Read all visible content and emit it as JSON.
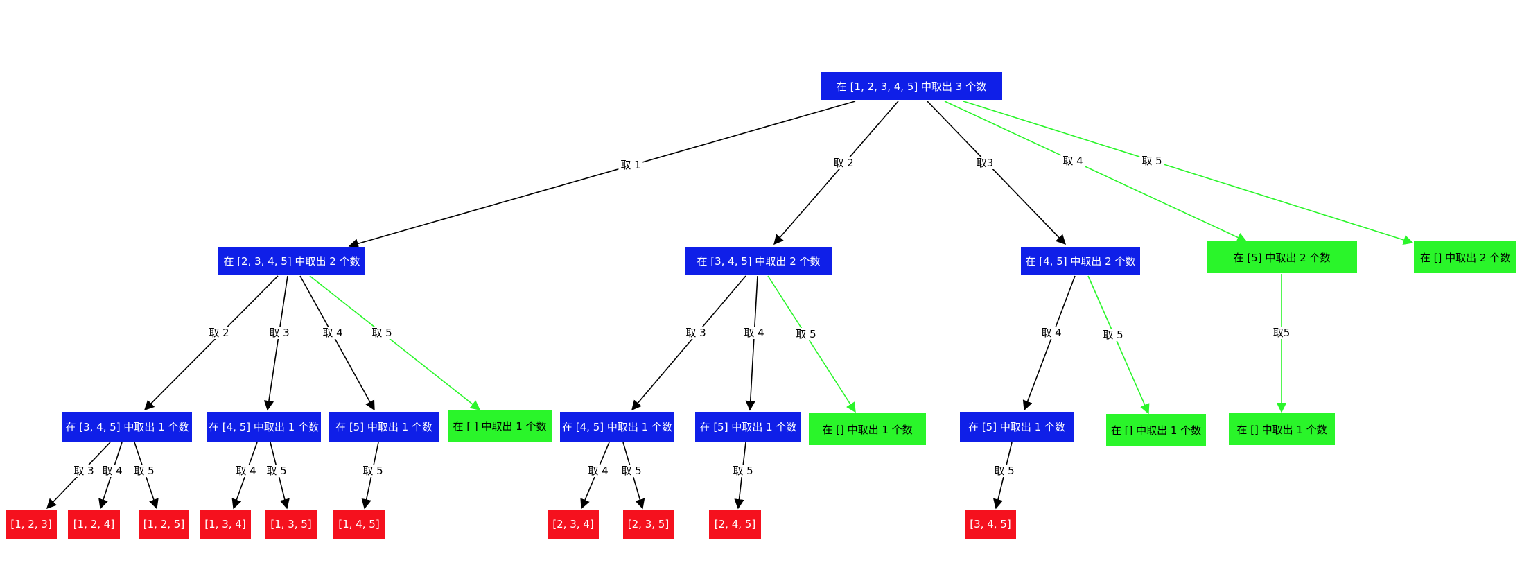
{
  "colors": {
    "internal": "#0f1fe8",
    "empty": "#2af52a",
    "result": "#f5111e",
    "edge": "#000000",
    "edge_empty": "#2af52a"
  },
  "nodes": [
    {
      "id": "root",
      "text": "在 [1, 2, 3, 4, 5] 中取出 3 个数",
      "kind": "blue"
    },
    {
      "id": "a1",
      "text": "在 [2, 3, 4, 5] 中取出 2 个数",
      "kind": "blue"
    },
    {
      "id": "a2",
      "text": "在 [3, 4, 5] 中取出 2 个数",
      "kind": "blue"
    },
    {
      "id": "a3",
      "text": "在 [4, 5] 中取出 2 个数",
      "kind": "blue"
    },
    {
      "id": "a4",
      "text": "在 [5] 中取出 2 个数",
      "kind": "green"
    },
    {
      "id": "a5",
      "text": "在 [] 中取出 2 个数",
      "kind": "green"
    },
    {
      "id": "b1",
      "text": "在 [3, 4, 5] 中取出 1 个数",
      "kind": "blue"
    },
    {
      "id": "b2",
      "text": "在 [4, 5] 中取出 1 个数",
      "kind": "blue"
    },
    {
      "id": "b3",
      "text": "在 [5] 中取出 1 个数",
      "kind": "blue"
    },
    {
      "id": "b4",
      "text": "在 [ ] 中取出 1 个数",
      "kind": "green"
    },
    {
      "id": "b5",
      "text": "在 [4, 5] 中取出 1 个数",
      "kind": "blue"
    },
    {
      "id": "b6",
      "text": "在 [5] 中取出 1 个数",
      "kind": "blue"
    },
    {
      "id": "b7",
      "text": "在 [] 中取出 1 个数",
      "kind": "green"
    },
    {
      "id": "b8",
      "text": "在 [5] 中取出 1 个数",
      "kind": "blue"
    },
    {
      "id": "b9",
      "text": "在 [] 中取出 1 个数",
      "kind": "green"
    },
    {
      "id": "b10",
      "text": "在 [] 中取出 1 个数",
      "kind": "green"
    },
    {
      "id": "r1",
      "text": "[1, 2, 3]",
      "kind": "red"
    },
    {
      "id": "r2",
      "text": "[1, 2, 4]",
      "kind": "red"
    },
    {
      "id": "r3",
      "text": "[1, 2, 5]",
      "kind": "red"
    },
    {
      "id": "r4",
      "text": "[1, 3, 4]",
      "kind": "red"
    },
    {
      "id": "r5",
      "text": "[1, 3, 5]",
      "kind": "red"
    },
    {
      "id": "r6",
      "text": "[1, 4, 5]",
      "kind": "red"
    },
    {
      "id": "r7",
      "text": "[2, 3, 4]",
      "kind": "red"
    },
    {
      "id": "r8",
      "text": "[2, 3, 5]",
      "kind": "red"
    },
    {
      "id": "r9",
      "text": "[2, 4, 5]",
      "kind": "red"
    },
    {
      "id": "r10",
      "text": "[3, 4, 5]",
      "kind": "red"
    }
  ],
  "edges": [
    {
      "from": "root",
      "to": "a1",
      "label": "取 1",
      "color": "black"
    },
    {
      "from": "root",
      "to": "a2",
      "label": "取 2",
      "color": "black"
    },
    {
      "from": "root",
      "to": "a3",
      "label": "取3",
      "color": "black"
    },
    {
      "from": "root",
      "to": "a4",
      "label": "取 4",
      "color": "green"
    },
    {
      "from": "root",
      "to": "a5",
      "label": "取 5",
      "color": "green"
    },
    {
      "from": "a1",
      "to": "b1",
      "label": "取 2",
      "color": "black"
    },
    {
      "from": "a1",
      "to": "b2",
      "label": "取 3",
      "color": "black"
    },
    {
      "from": "a1",
      "to": "b3",
      "label": "取 4",
      "color": "black"
    },
    {
      "from": "a1",
      "to": "b4",
      "label": "取 5",
      "color": "green"
    },
    {
      "from": "a2",
      "to": "b5",
      "label": "取 3",
      "color": "black"
    },
    {
      "from": "a2",
      "to": "b6",
      "label": "取 4",
      "color": "black"
    },
    {
      "from": "a2",
      "to": "b7",
      "label": "取 5",
      "color": "green"
    },
    {
      "from": "a3",
      "to": "b8",
      "label": "取 4",
      "color": "black"
    },
    {
      "from": "a3",
      "to": "b9",
      "label": "取 5",
      "color": "green"
    },
    {
      "from": "a4",
      "to": "b10",
      "label": "取5",
      "color": "green"
    },
    {
      "from": "b1",
      "to": "r1",
      "label": "取 3",
      "color": "black"
    },
    {
      "from": "b1",
      "to": "r2",
      "label": "取 4",
      "color": "black"
    },
    {
      "from": "b1",
      "to": "r3",
      "label": "取 5",
      "color": "black"
    },
    {
      "from": "b2",
      "to": "r4",
      "label": "取 4",
      "color": "black"
    },
    {
      "from": "b2",
      "to": "r5",
      "label": "取 5",
      "color": "black"
    },
    {
      "from": "b3",
      "to": "r6",
      "label": "取 5",
      "color": "black"
    },
    {
      "from": "b5",
      "to": "r7",
      "label": "取 4",
      "color": "black"
    },
    {
      "from": "b5",
      "to": "r8",
      "label": "取 5",
      "color": "black"
    },
    {
      "from": "b6",
      "to": "r9",
      "label": "取 5",
      "color": "black"
    },
    {
      "from": "b8",
      "to": "r10",
      "label": "取 5",
      "color": "black"
    }
  ]
}
